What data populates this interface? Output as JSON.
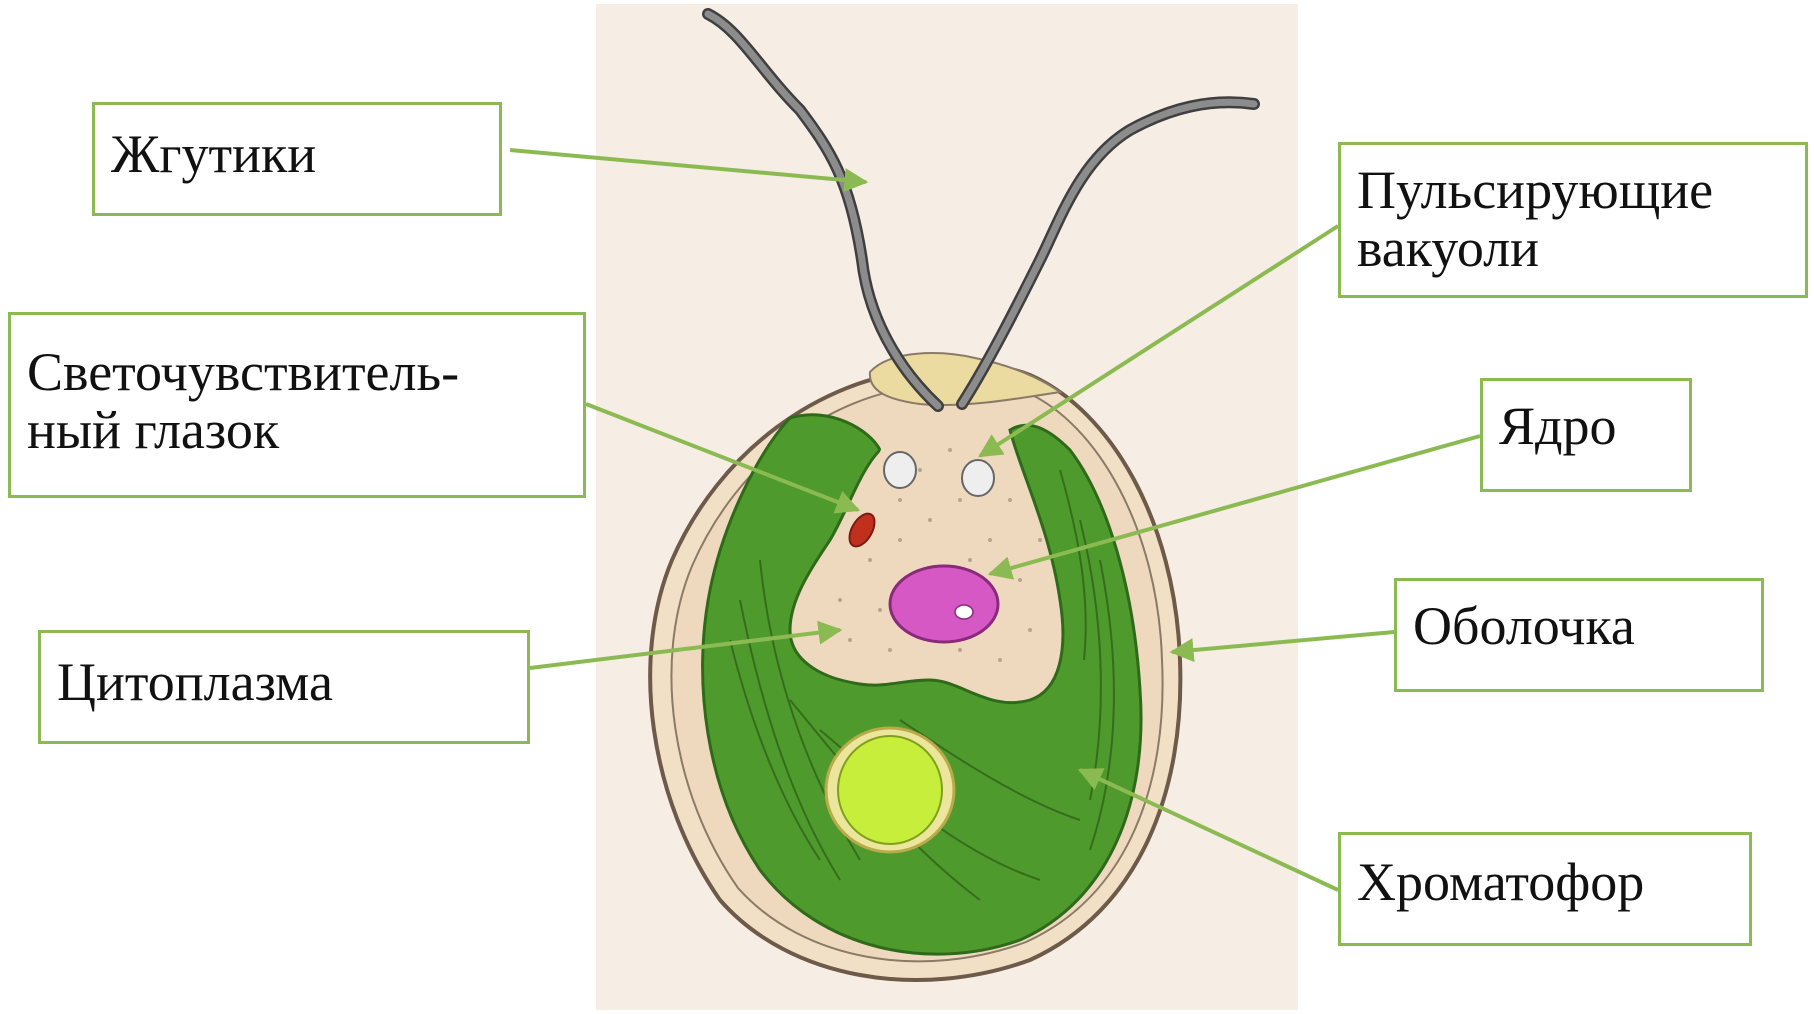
{
  "diagram": {
    "subject": "euglena-cell",
    "colors": {
      "line": "#8cba52",
      "background_panel": "#f6ede4",
      "chromatophore": "#4f9a2c",
      "cytoplasm": "#eed9bf",
      "nucleus": "#d658c4",
      "eyespot": "#c0301c",
      "paramylon": "#c6ee3a",
      "flagellum": "#7a7a7a"
    },
    "labels": {
      "flagella": "Жгутики",
      "vacuoles_line1": "Пульсирующие",
      "vacuoles_line2": "вакуоли",
      "eyespot_line1": "Светочувствитель-",
      "eyespot_line2": "ный глазок",
      "nucleus": "Ядро",
      "membrane": "Оболочка",
      "cytoplasm": "Цитоплазма",
      "chromatophore": "Хроматофор"
    }
  }
}
